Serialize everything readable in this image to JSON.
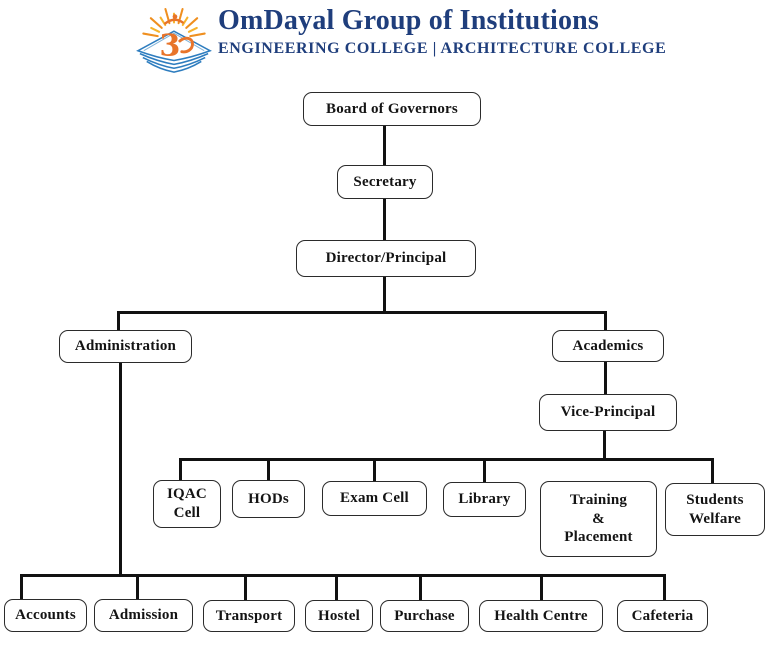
{
  "header": {
    "title": "OmDayal Group of Institutions",
    "subtitle": "ENGINEERING COLLEGE | ARCHITECTURE COLLEGE",
    "brand_color": "#1f3e7c"
  },
  "logo": {
    "description": "open book with sun rays and Om symbol",
    "colors": {
      "rays_yellow": "#f7b32b",
      "rays_orange": "#ef8f1f",
      "book_blue": "#2e7dbf",
      "om_orange": "#e8742a"
    }
  },
  "org": {
    "nodes": {
      "board": {
        "label": "Board of Governors"
      },
      "secretary": {
        "label": "Secretary"
      },
      "director": {
        "label": "Director/Principal"
      },
      "administration": {
        "label": "Administration"
      },
      "academics": {
        "label": "Academics"
      },
      "vice_principal": {
        "label": "Vice-Principal"
      },
      "iqac": {
        "label": "IQAC\nCell"
      },
      "hods": {
        "label": "HODs"
      },
      "exam_cell": {
        "label": "Exam Cell"
      },
      "library": {
        "label": "Library"
      },
      "training": {
        "label": "Training\n&\nPlacement"
      },
      "students_welfare": {
        "label": "Students\nWelfare"
      },
      "accounts": {
        "label": "Accounts"
      },
      "admission": {
        "label": "Admission"
      },
      "transport": {
        "label": "Transport"
      },
      "hostel": {
        "label": "Hostel"
      },
      "purchase": {
        "label": "Purchase"
      },
      "health_centre": {
        "label": "Health Centre"
      },
      "cafeteria": {
        "label": "Cafeteria"
      }
    },
    "edges": [
      [
        "board",
        "secretary"
      ],
      [
        "secretary",
        "director"
      ],
      [
        "director",
        "administration"
      ],
      [
        "director",
        "academics"
      ],
      [
        "academics",
        "vice_principal"
      ],
      [
        "vice_principal",
        "iqac"
      ],
      [
        "vice_principal",
        "hods"
      ],
      [
        "vice_principal",
        "exam_cell"
      ],
      [
        "vice_principal",
        "library"
      ],
      [
        "vice_principal",
        "training"
      ],
      [
        "vice_principal",
        "students_welfare"
      ],
      [
        "administration",
        "accounts"
      ],
      [
        "administration",
        "admission"
      ],
      [
        "administration",
        "transport"
      ],
      [
        "administration",
        "hostel"
      ],
      [
        "administration",
        "purchase"
      ],
      [
        "administration",
        "health_centre"
      ],
      [
        "administration",
        "cafeteria"
      ]
    ]
  }
}
